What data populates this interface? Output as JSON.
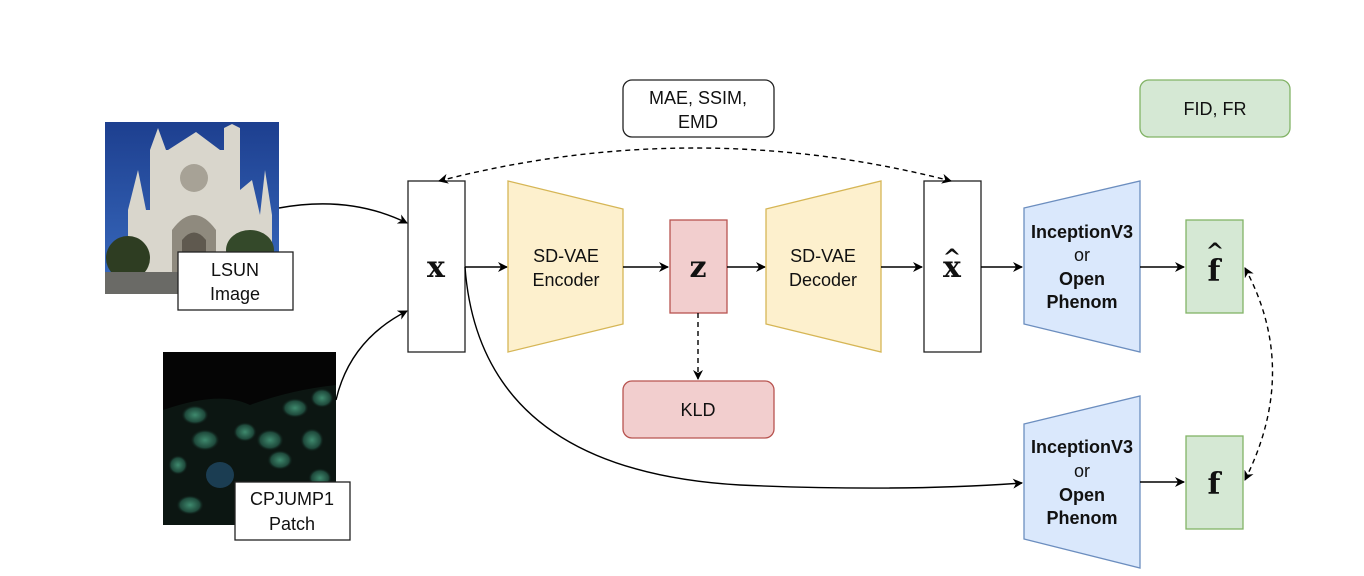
{
  "colors": {
    "encoder_fill": "#fdf0cd",
    "encoder_stroke": "#d6b656",
    "latent_fill": "#f2cece",
    "latent_stroke": "#b85450",
    "feature_net_fill": "#dae8fc",
    "feature_net_stroke": "#6c8ebf",
    "feature_fill": "#d5e8d4",
    "feature_stroke": "#82b366",
    "line": "#000000"
  },
  "inputs": {
    "lsun": {
      "label_line1": "LSUN",
      "label_line2": "Image",
      "image_desc": "cathedral-photo"
    },
    "cpjump": {
      "label_line1": "CPJUMP1",
      "label_line2": "Patch",
      "image_desc": "cell-microscopy-patch"
    }
  },
  "nodes": {
    "x": {
      "symbol": "x"
    },
    "encoder": {
      "line1": "SD-VAE",
      "line2": "Encoder"
    },
    "z": {
      "symbol": "z"
    },
    "decoder": {
      "line1": "SD-VAE",
      "line2": "Decoder"
    },
    "x_hat": {
      "symbol": "x",
      "accent": "^"
    },
    "feature_net_top": {
      "line1": "InceptionV3",
      "line2": "or",
      "line3": "Open",
      "line4": "Phenom"
    },
    "feature_net_bottom": {
      "line1": "InceptionV3",
      "line2": "or",
      "line3": "Open",
      "line4": "Phenom"
    },
    "f_hat": {
      "symbol": "f",
      "accent": "^"
    },
    "f": {
      "symbol": "f"
    }
  },
  "metrics": {
    "reconstruction": {
      "line1": "MAE, SSIM,",
      "line2": "EMD"
    },
    "kld": {
      "label": "KLD"
    },
    "feature": {
      "label": "FID, FR"
    }
  }
}
